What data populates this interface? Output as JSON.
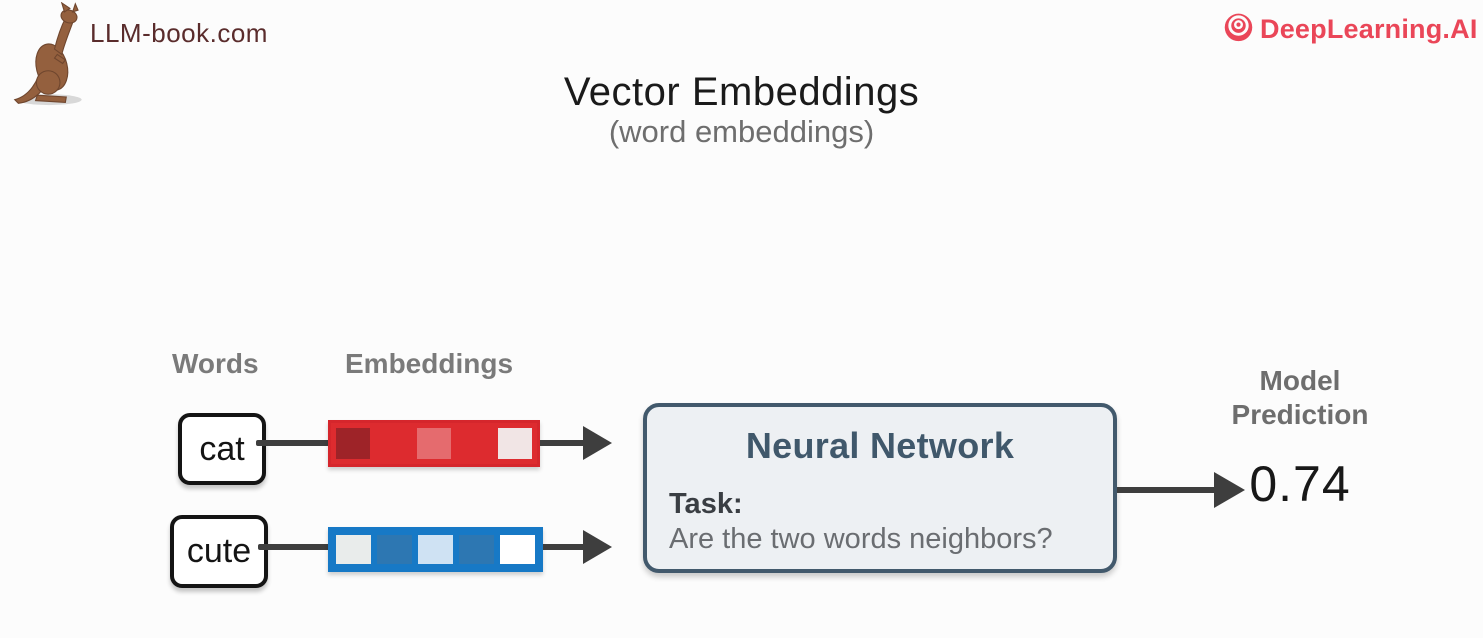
{
  "header": {
    "site_label": "LLM-book.com",
    "site_color": "#5a2c2c",
    "brand_label": "DeepLearning.AI",
    "brand_color": "#ea4658"
  },
  "title": {
    "main": "Vector Embeddings",
    "sub": "(word embeddings)"
  },
  "diagram": {
    "column_headers": {
      "words": "Words",
      "embeddings": "Embeddings"
    },
    "rows": [
      {
        "word": "cat",
        "strip_border": "#d5262c",
        "strip_bg": "#dd2b2f",
        "cells": [
          "#9e2328",
          "#dd2b2f",
          "#e56b6e",
          "#dd2b2f",
          "#f1e5e5"
        ]
      },
      {
        "word": "cute",
        "strip_border": "#1779c6",
        "strip_bg": "#1779c6",
        "cells": [
          "#e9eceb",
          "#2d77b2",
          "#cfe2f3",
          "#2d77b2",
          "#ffffff"
        ]
      }
    ],
    "network": {
      "title": "Neural Network",
      "task_label": "Task:",
      "task_question": "Are the two words neighbors?",
      "border_color": "#42596c",
      "title_color": "#40586b",
      "background": "#edf0f3"
    },
    "prediction": {
      "label": "Model Prediction",
      "value": "0.74"
    },
    "arrow_color": "#3e3e3e"
  }
}
